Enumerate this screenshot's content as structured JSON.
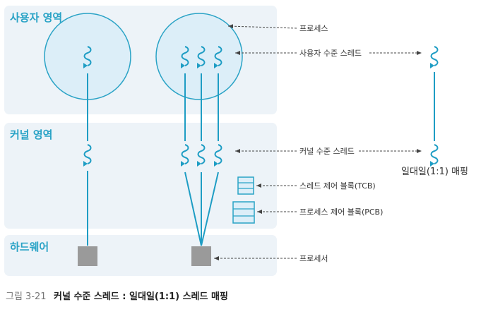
{
  "regions": {
    "user": "사용자 영역",
    "kernel": "커널 영역",
    "hardware": "하드웨어"
  },
  "labels": {
    "process": "프로세스",
    "user_threads": "사용자 수준 스레드",
    "kernel_threads": "커널 수준 스레드",
    "tcb": "스레드 제어 블록(TCB)",
    "pcb": "프로세스 제어 블록(PCB)",
    "processor": "프로세서",
    "mapping": "일대일(1:1) 매핑"
  },
  "caption": {
    "number": "그림 3-21",
    "title": "커널 수준 스레드 : 일대일(1:1) 스레드 매핑"
  },
  "colors": {
    "panel_bg": "#edf3f8",
    "process_fill": "#dceef8",
    "accent": "#2aa3c6",
    "thread": "#1e9dc4",
    "processor": "#9a9a9a",
    "arrow": "#444444"
  }
}
